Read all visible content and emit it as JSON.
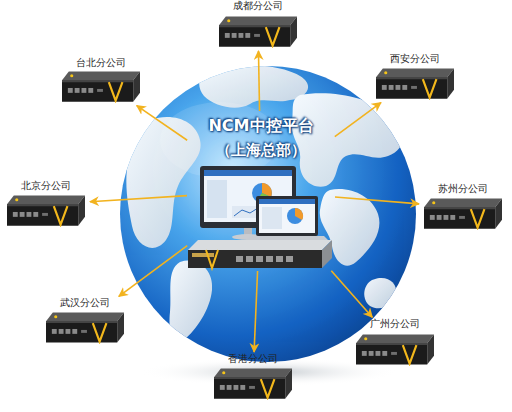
{
  "diagram": {
    "nodes": [
      {
        "text": [
          "成都分公司"
        ]
      },
      {
        "text": [
          "台北分公司"
        ]
      },
      {
        "text": [
          "西安分公司"
        ]
      },
      {
        "text": [
          "NCM中控平台",
          "（上海总部）"
        ]
      },
      {
        "text": [
          "北京分公司"
        ]
      },
      {
        "text": [
          "苏州分公司"
        ]
      },
      {
        "text": [
          "武汉分公司"
        ]
      },
      {
        "text": [
          "广州分公司"
        ]
      },
      {
        "text": [
          "香港分公司"
        ]
      }
    ],
    "edges": [
      {
        "from": 3,
        "to": 0,
        "arrow": "to"
      },
      {
        "from": 3,
        "to": 1,
        "arrow": "to"
      },
      {
        "from": 3,
        "to": 2,
        "arrow": "to"
      },
      {
        "from": 3,
        "to": 4,
        "arrow": "to"
      },
      {
        "from": 3,
        "to": 5,
        "arrow": "to"
      },
      {
        "from": 3,
        "to": 6,
        "arrow": "to"
      },
      {
        "from": 3,
        "to": 7,
        "arrow": "to"
      },
      {
        "from": 3,
        "to": 8,
        "arrow": "to"
      }
    ]
  }
}
